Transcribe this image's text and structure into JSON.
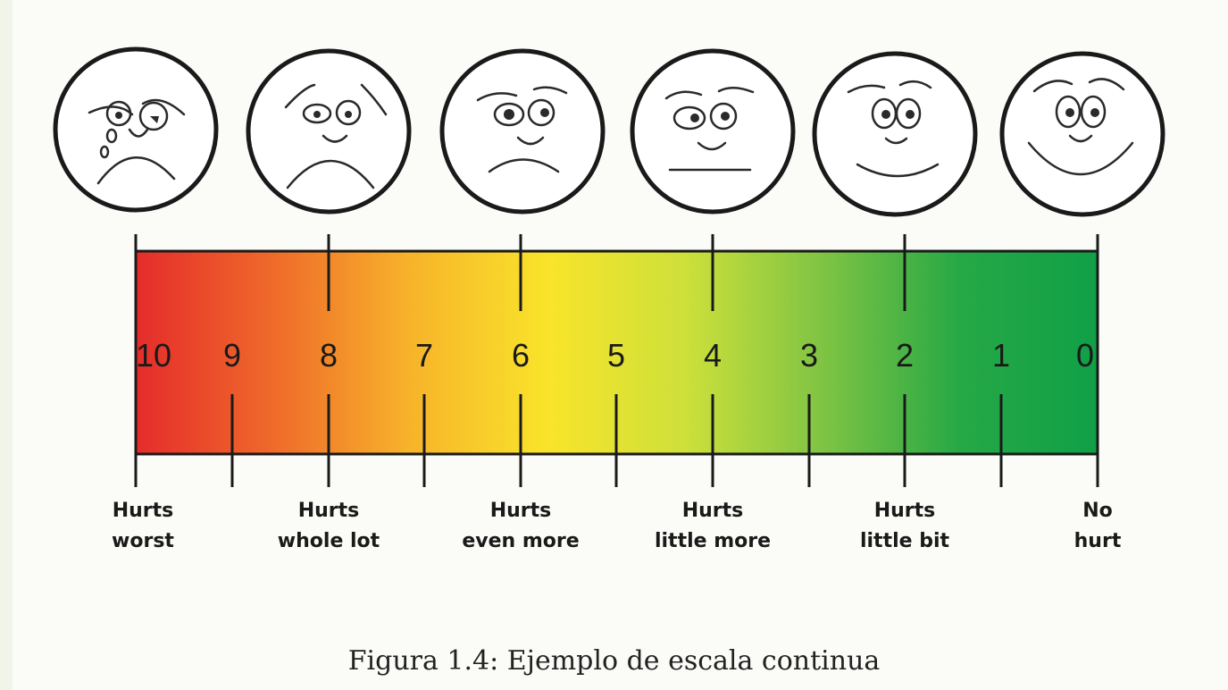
{
  "scale": {
    "numbers": [
      "10",
      "9",
      "8",
      "7",
      "6",
      "5",
      "4",
      "3",
      "2",
      "1",
      "0"
    ],
    "gradient_colors": [
      "#e52c2b",
      "#ef6a2a",
      "#f7b42a",
      "#f9e42a",
      "#cde03a",
      "#7fc444",
      "#26a845",
      "#10a047"
    ],
    "faces": [
      {
        "value": 10,
        "icon": "crying-face-icon",
        "label_lines": [
          "Hurts",
          "worst"
        ]
      },
      {
        "value": 8,
        "icon": "very-sad-face-icon",
        "label_lines": [
          "Hurts",
          "whole lot"
        ]
      },
      {
        "value": 6,
        "icon": "sad-face-icon",
        "label_lines": [
          "Hurts",
          "even more"
        ]
      },
      {
        "value": 4,
        "icon": "neutral-face-icon",
        "label_lines": [
          "Hurts",
          "little more"
        ]
      },
      {
        "value": 2,
        "icon": "slight-smile-face-icon",
        "label_lines": [
          "Hurts",
          "little bit"
        ]
      },
      {
        "value": 0,
        "icon": "happy-face-icon",
        "label_lines": [
          "No",
          "hurt"
        ]
      }
    ]
  },
  "caption": "Figura 1.4: Ejemplo de escala continua"
}
